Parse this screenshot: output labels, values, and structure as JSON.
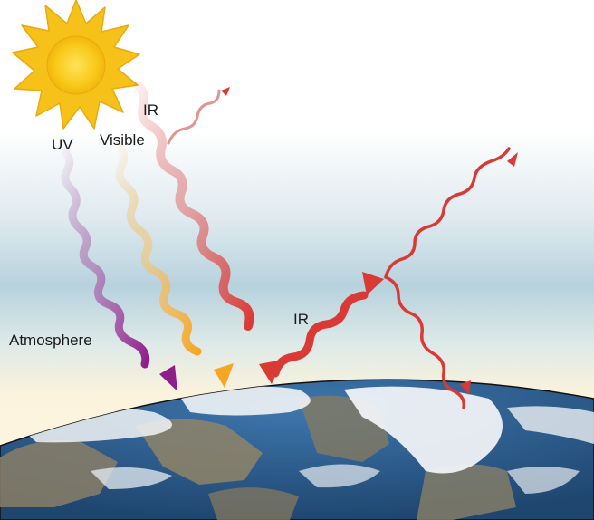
{
  "labels": {
    "uv": "UV",
    "visible": "Visible",
    "ir_incoming": "IR",
    "ir_emitted": "IR",
    "atmosphere": "Atmosphere"
  },
  "colors": {
    "uv": "#8e1f8a",
    "visible": "#f5a623",
    "ir": "#d93a36",
    "sun": "#f7c21b",
    "atmosphere_band": "#b7d2dd",
    "atmosphere_glow": "#fbf3dc",
    "ocean": "#2f5f96",
    "land": "#8a7f67",
    "cloud": "#f2f4f6"
  },
  "icons": {
    "sun": "sun-icon",
    "earth": "earth-surface"
  }
}
